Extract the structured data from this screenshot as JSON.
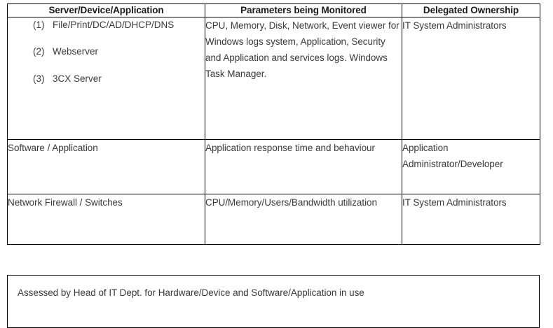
{
  "table": {
    "columns": [
      {
        "key": "asset",
        "label": "Server/Device/Application"
      },
      {
        "key": "parameters",
        "label": "Parameters being Monitored"
      },
      {
        "key": "ownership",
        "label": "Delegated Ownership"
      }
    ],
    "rows": [
      {
        "asset_list": [
          {
            "marker": "(1)",
            "label": "File/Print/DC/AD/DHCP/DNS"
          },
          {
            "marker": "(2)",
            "label": "Webserver"
          },
          {
            "marker": "(3)",
            "label": "3CX Server"
          }
        ],
        "parameters": "CPU, Memory, Disk, Network, Event viewer for Windows logs system, Application, Security and Application and services logs. Windows Task Manager.",
        "ownership": "IT System Administrators"
      },
      {
        "asset": "Software / Application",
        "parameters": "Application response time and behaviour",
        "ownership": "Application Administrator/Developer"
      },
      {
        "asset": "Network Firewall / Switches",
        "parameters": "CPU/Memory/Users/Bandwidth utilization",
        "ownership": "IT System Administrators"
      }
    ]
  },
  "footer": {
    "note": "Assessed by Head of IT Dept. for Hardware/Device and Software/Application in use"
  },
  "colors": {
    "border": "#000000",
    "header_text": "#1a1a1a",
    "body_text": "#3a3a3a",
    "background": "#ffffff"
  }
}
